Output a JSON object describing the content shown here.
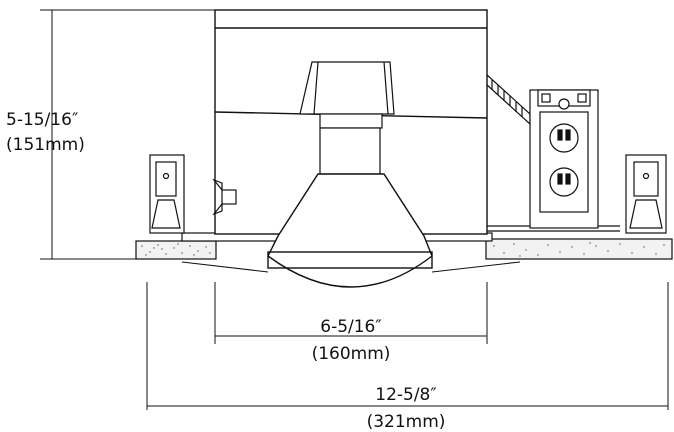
{
  "dimensions": {
    "height": {
      "imperial": "5-15/16″",
      "metric": "(151mm)"
    },
    "housing_width": {
      "imperial": "6-5/16″",
      "metric": "(160mm)"
    },
    "overall_width": {
      "imperial": "12-5/8″",
      "metric": "(321mm)"
    }
  },
  "colors": {
    "line": "#111111",
    "fill_white": "#ffffff",
    "ceiling_fill": "#f2f2f2"
  }
}
